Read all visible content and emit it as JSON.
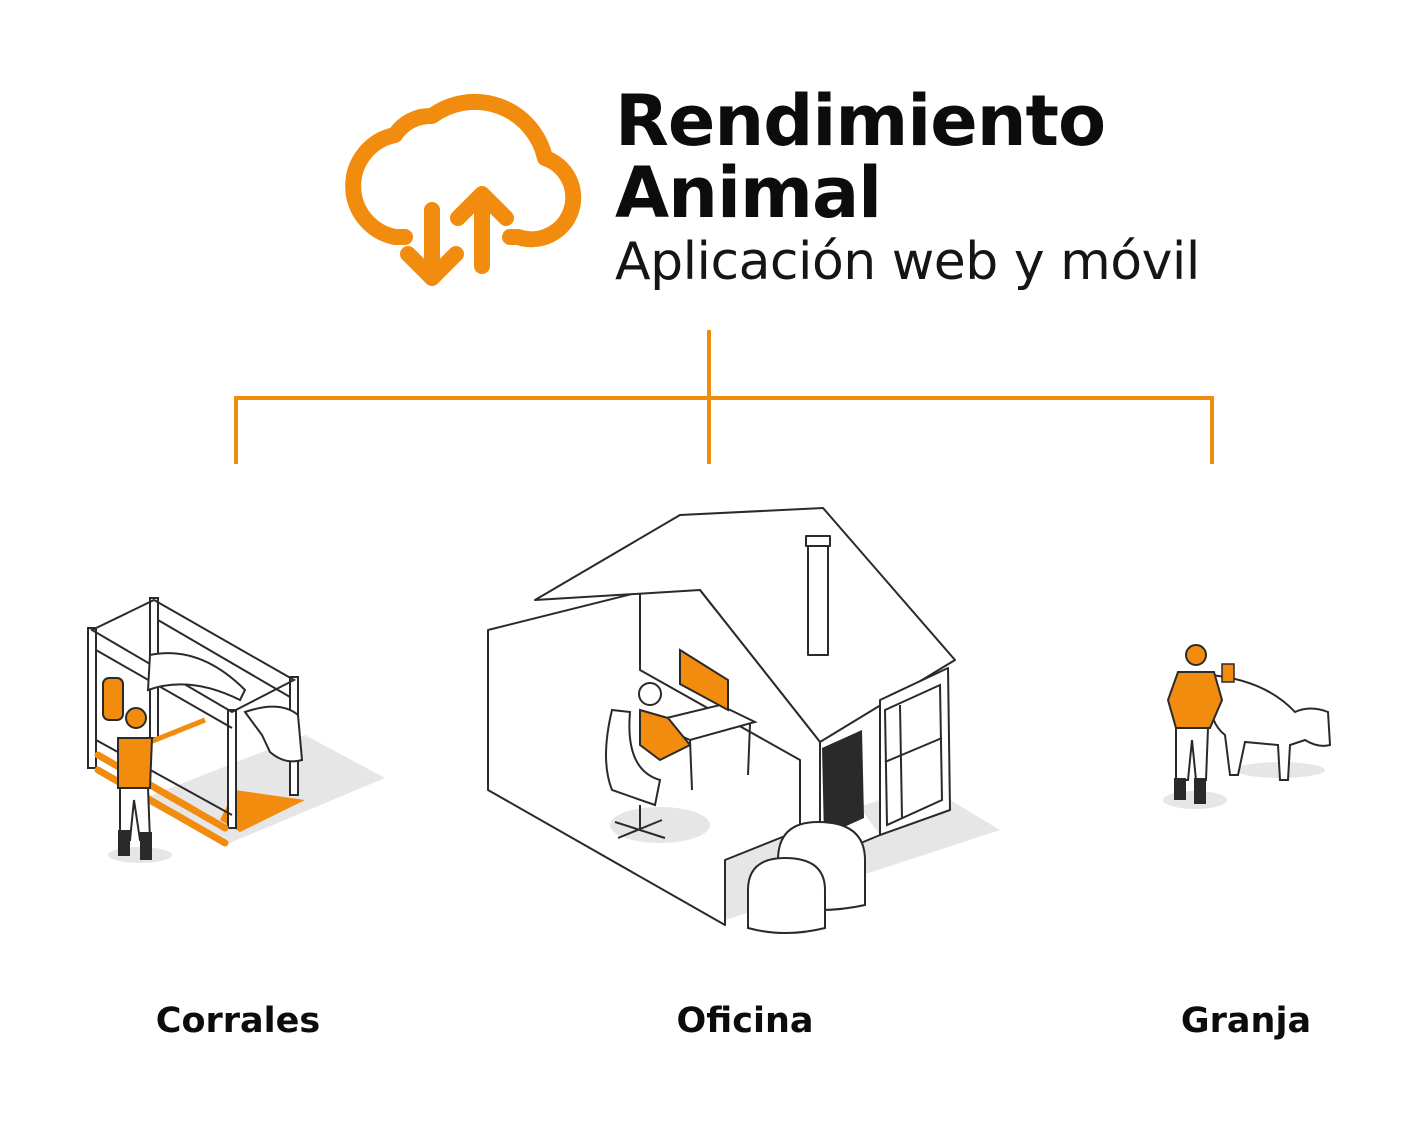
{
  "header": {
    "title_line1": "Rendimiento",
    "title_line2": "Animal",
    "subtitle": "Aplicación web y móvil",
    "icon": "cloud-sync-icon"
  },
  "locations": [
    {
      "label": "Corrales",
      "illustration": "cattle-chute-worker"
    },
    {
      "label": "Oficina",
      "illustration": "office-house-worker"
    },
    {
      "label": "Granja",
      "illustration": "farmer-with-cow"
    }
  ],
  "colors": {
    "accent": "#f28c0f",
    "text": "#111111",
    "line": "#2a2a2a",
    "shadow": "#e6e6e6"
  }
}
